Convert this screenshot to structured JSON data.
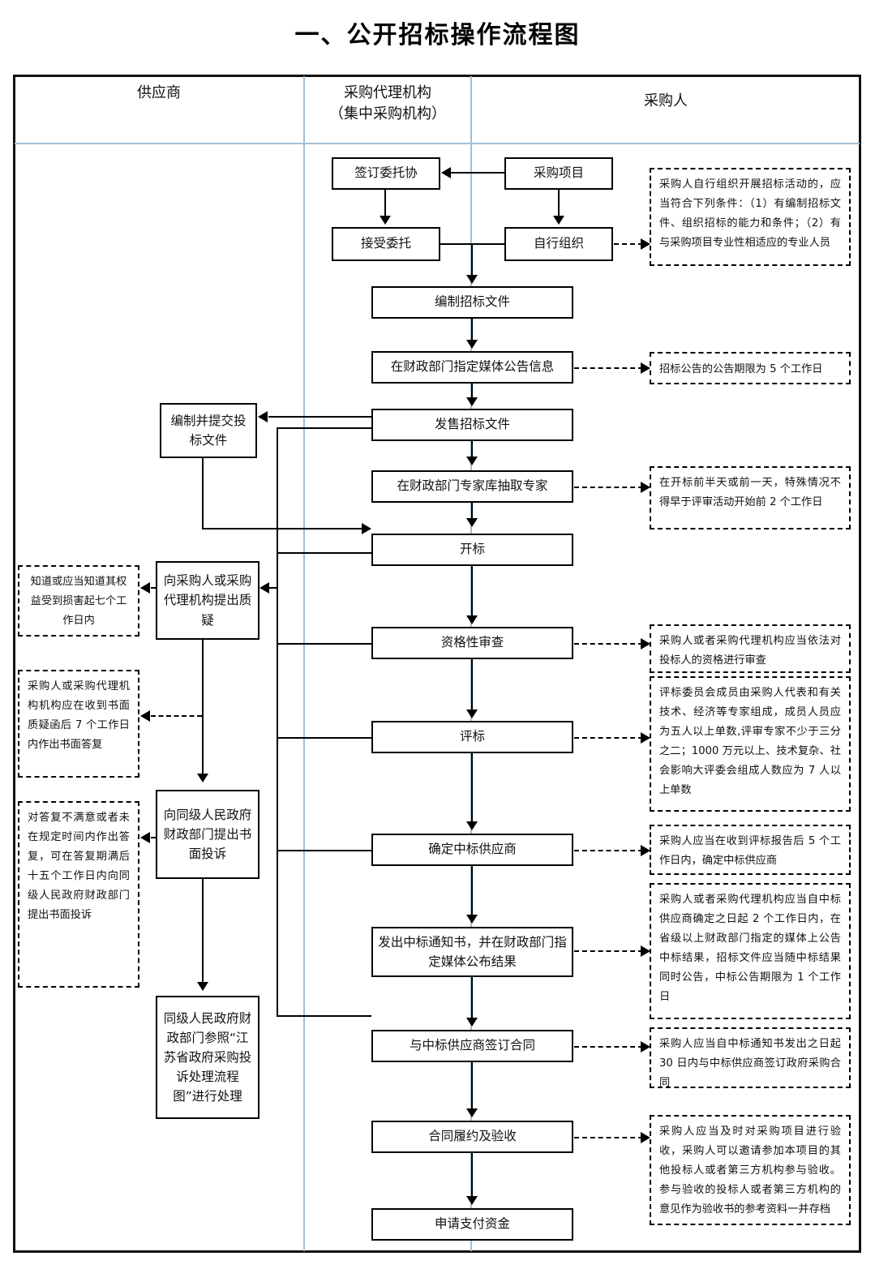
{
  "title": "一、公开招标操作流程图",
  "lanes": [
    {
      "name": "supplier",
      "label": "供应商"
    },
    {
      "name": "agency",
      "label": "采购代理机构\n（集中采购机构）",
      "line1": "采购代理机构",
      "line2": "（集中采购机构）"
    },
    {
      "name": "purchaser",
      "label": "采购人"
    }
  ],
  "nodes": {
    "sign_entrust": "签订委托协",
    "purchase_project": "采购项目",
    "accept_entrust": "接受委托",
    "self_organize": "自行组织",
    "prepare_docs": "编制招标文件",
    "announce_media": "在财政部门指定媒体公告信息",
    "issue_docs": "发售招标文件",
    "draw_experts": "在财政部门专家库抽取专家",
    "bid_opening": "开标",
    "qualification_review": "资格性审查",
    "bid_evaluation": "评标",
    "determine_winner": "确定中标供应商",
    "issue_notice": "发出中标通知书，并在财政部门指定媒体公布结果",
    "sign_contract": "与中标供应商签订合同",
    "contract_performance": "合同履约及验收",
    "apply_payment": "申请支付资金",
    "prepare_submit_bid": "编制并提交投标文件",
    "raise_query": "向采购人或采购代理机构提出质疑",
    "written_complaint": "向同级人民政府财政部门提出书面投诉",
    "complaint_handling": "同级人民政府财政部门参照“江苏省政府采购投诉处理流程图”进行处理"
  },
  "notes": {
    "self_organize_note": "采购人自行组织开展招标活动的，应当符合下列条件：（1）有编制招标文件、组织招标的能力和条件；（2）有与采购项目专业性相适应的专业人员",
    "announce_note": "招标公告的公告期限为 5 个工作日",
    "experts_note": "在开标前半天或前一天，特殊情况不得早于评审活动开始前 2 个工作日",
    "qualification_note": "采购人或者采购代理机构应当依法对投标人的资格进行审查",
    "evaluation_note": "评标委员会成员由采购人代表和有关技术、经济等专家组成，成员人员应为五人以上单数,评审专家不少于三分之二；1000 万元以上、技术复杂、社会影响大评委会组成人数应为 7 人以上单数",
    "winner_note": "采购人应当在收到评标报告后 5 个工作日内，确定中标供应商",
    "notice_note": "采购人或者采购代理机构应当自中标供应商确定之日起 2 个工作日内，在省级以上财政部门指定的媒体上公告中标结果，招标文件应当随中标结果同时公告，中标公告期限为 1 个工作日",
    "contract_note": "采购人应当自中标通知书发出之日起 30 日内与中标供应商签订政府采购合同",
    "acceptance_note": "采购人应当及时对采购项目进行验收，采购人可以邀请参加本项目的其他投标人或者第三方机构参与验收。参与验收的投标人或者第三方机构的意见作为验收书的参考资料一并存档",
    "query_deadline_note": "知道或应当知道其权益受到损害起七个工作日内",
    "reply_deadline_note": "采购人或采购代理机构机构应在收到书面质疑函后 7 个工作日内作出书面答复",
    "complaint_deadline_note": "对答复不满意或者未在规定时间内作出答复，可在答复期满后十五个工作日内向同级人民政府财政部门提出书面投诉"
  },
  "colors": {
    "lane_divider": "#9fc0d8",
    "frame": "#111111",
    "node_border": "#000000",
    "text": "#111111"
  }
}
